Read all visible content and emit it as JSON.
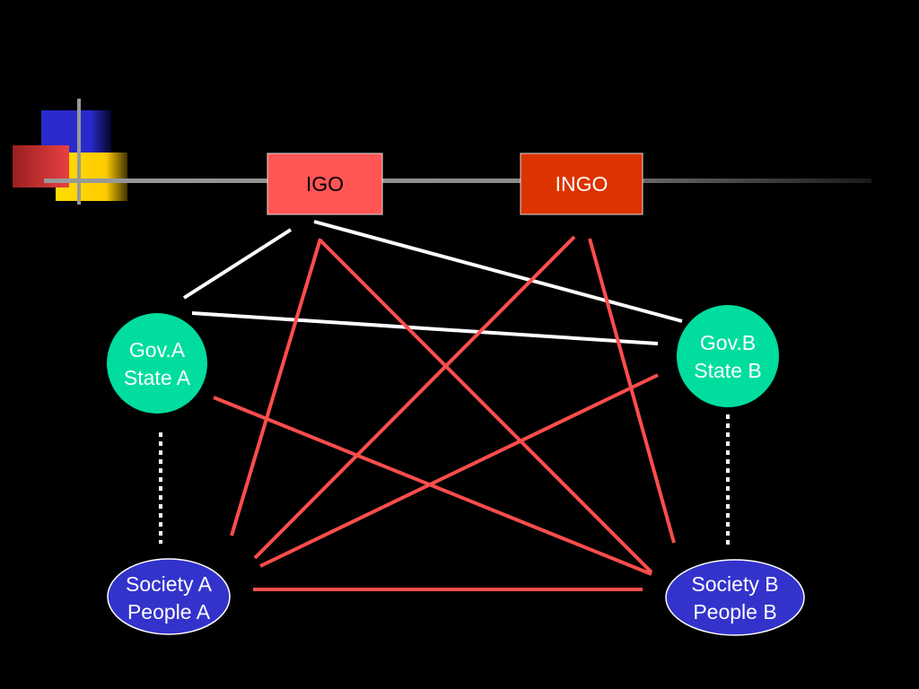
{
  "nodes": {
    "igo": {
      "label": "IGO"
    },
    "ingo": {
      "label": "INGO"
    },
    "gov_a": {
      "line1": "Gov.A",
      "line2": "State A"
    },
    "gov_b": {
      "line1": "Gov.B",
      "line2": "State B"
    },
    "society_a": {
      "line1": "Society A",
      "line2": "People A"
    },
    "society_b": {
      "line1": "Society B",
      "line2": "People B"
    }
  },
  "colors": {
    "background": "#000000",
    "igo_fill": "#ff5555",
    "ingo_fill": "#dd3300",
    "gov_fill": "#00dd9f",
    "society_fill": "#3333cc",
    "red_link": "#ff4d4d",
    "white_link": "#ffffff",
    "rule_line": "#888888"
  }
}
